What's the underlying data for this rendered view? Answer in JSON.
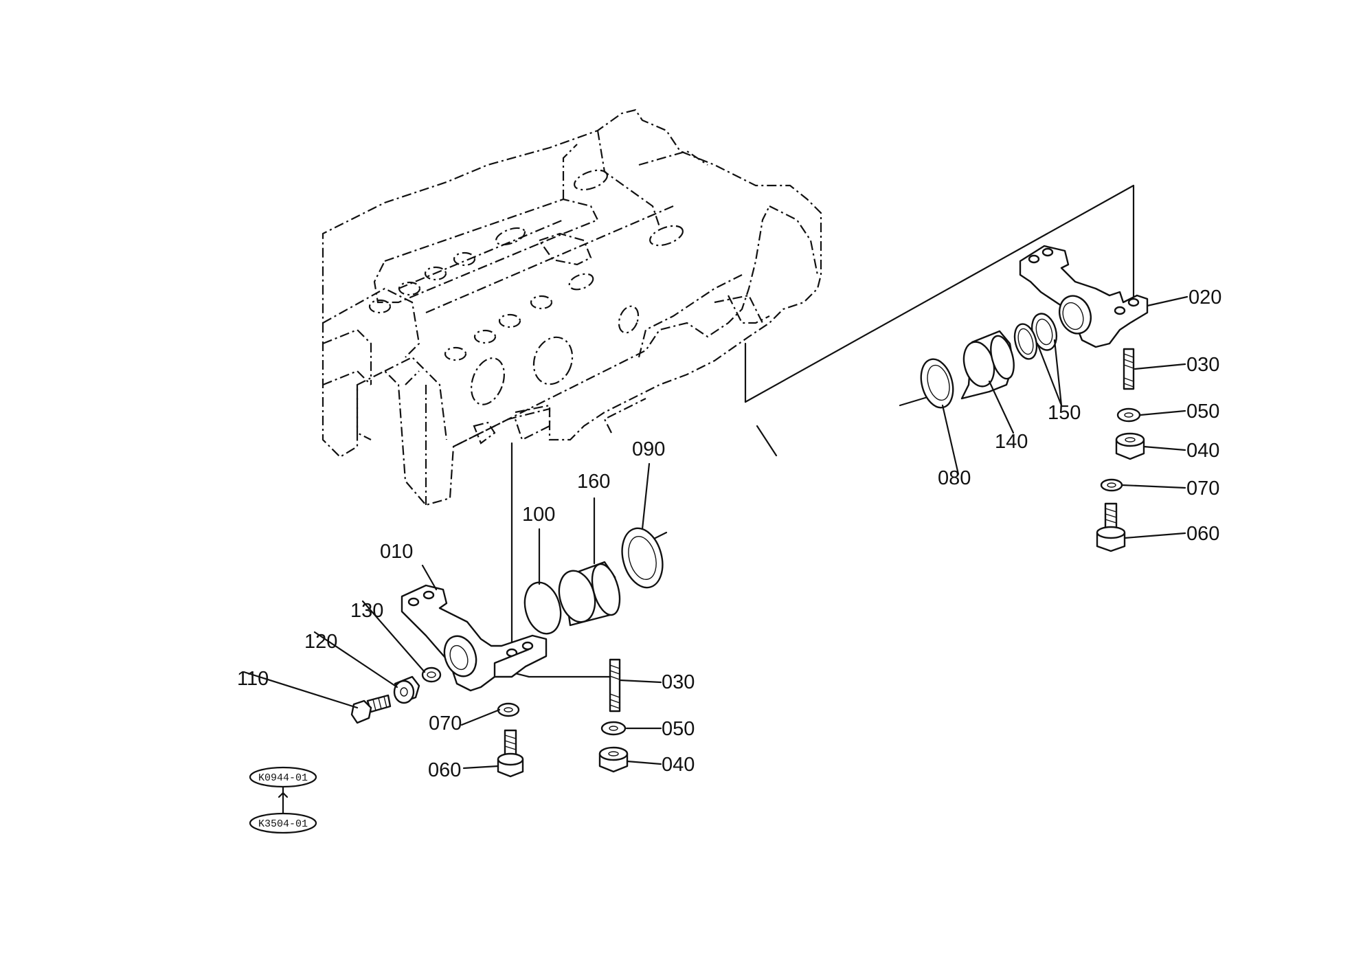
{
  "callouts": {
    "c010": "010",
    "c020": "020",
    "c030": "030",
    "c040": "040",
    "c050": "050",
    "c060": "060",
    "c070": "070",
    "c080": "080",
    "c090": "090",
    "c100": "100",
    "c110": "110",
    "c120": "120",
    "c130": "130",
    "c140": "140",
    "c150": "150",
    "c160": "160"
  },
  "references": [
    "K0944-01",
    "K3504-01"
  ],
  "colors": {
    "line": "#111111",
    "background": "#ffffff"
  }
}
